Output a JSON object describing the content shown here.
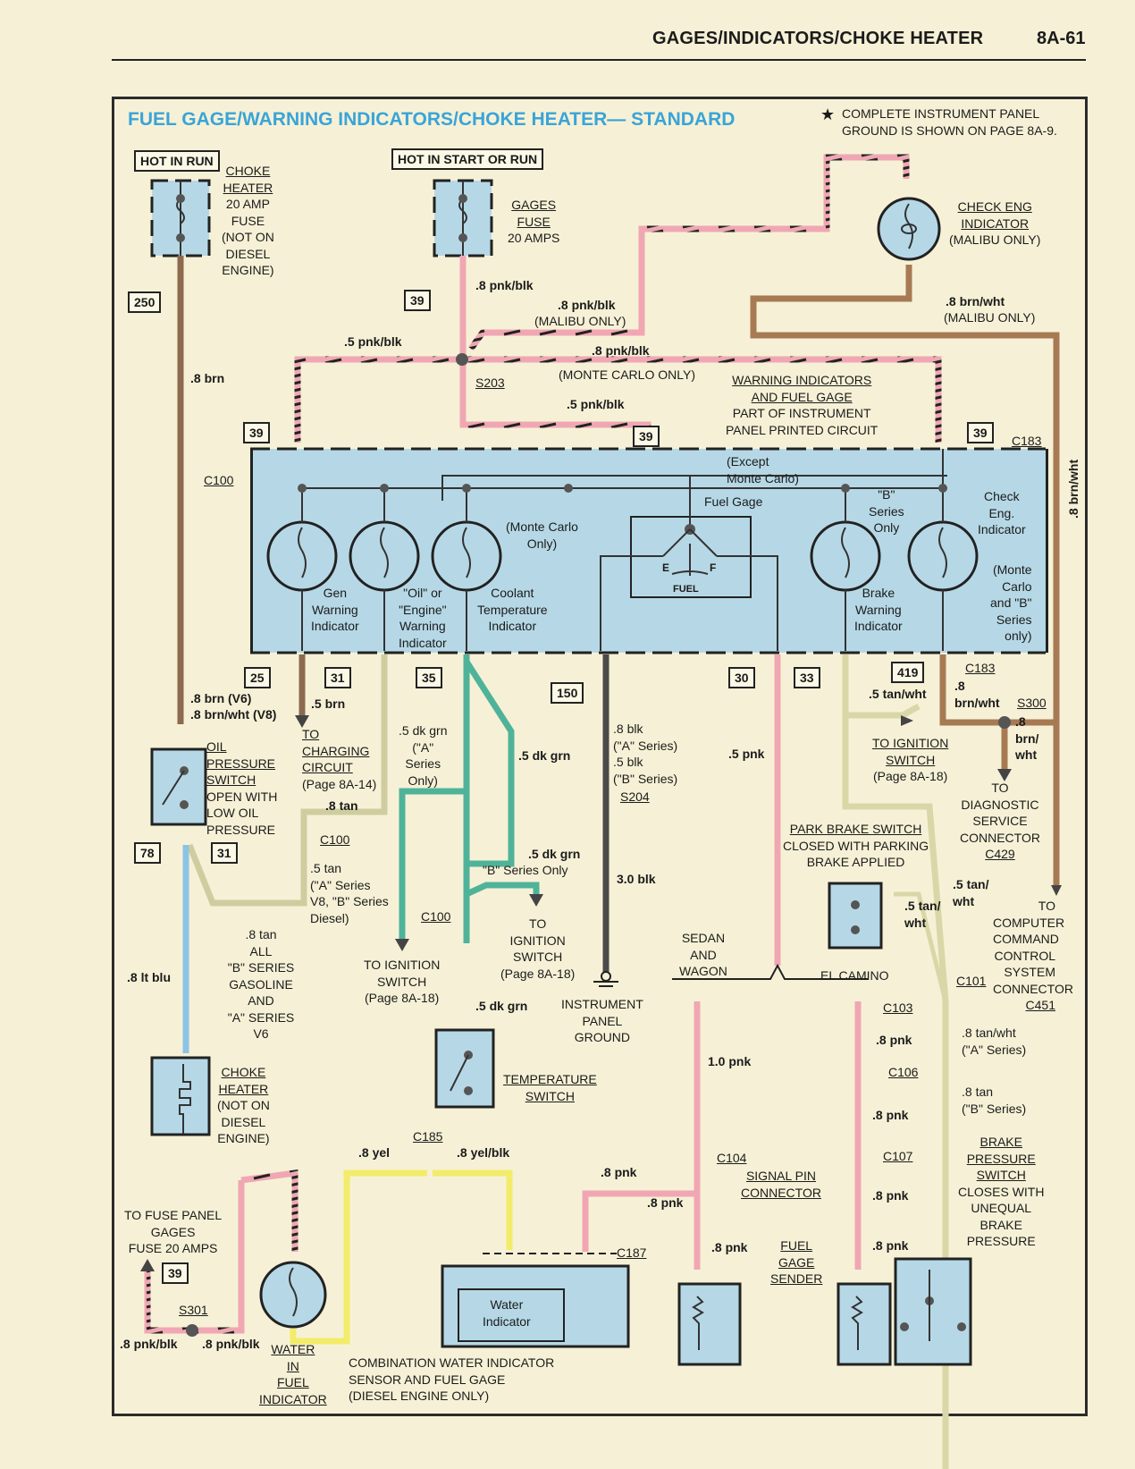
{
  "page": {
    "section_title": "GAGES/INDICATORS/CHOKE HEATER",
    "page_number": "8A-61"
  },
  "diagram": {
    "title": "FUEL GAGE/WARNING INDICATORS/CHOKE HEATER— STANDARD",
    "note_symbol": "★",
    "note": [
      "COMPLETE INSTRUMENT PANEL",
      "GROUND IS SHOWN ON PAGE 8A-9."
    ],
    "colors": {
      "title": "#3aa4d8",
      "component_fill": "#b6d8e6",
      "pink_wire": "#f0a7b3",
      "brown_wire": "#8c6a4f",
      "tan_wire": "#d9d7a8",
      "dk_green_wire": "#4fb39a",
      "black_wire": "#4a4a4a",
      "lt_blue_wire": "#8cc4e6",
      "yellow_wire": "#f2ec6a"
    },
    "power": {
      "hot_in_run": "HOT IN RUN",
      "hot_in_start_or_run": "HOT IN START OR RUN",
      "choke_fuse": [
        "CHOKE",
        "HEATER",
        "20 AMP",
        "FUSE",
        "(NOT ON",
        "DIESEL",
        "ENGINE)"
      ],
      "gages_fuse": [
        "GAGES",
        "FUSE",
        "20 AMPS"
      ]
    },
    "circuit_numbers": {
      "c250": "250",
      "c39a": "39",
      "c39b": "39",
      "c39c": "39",
      "c39d": "39",
      "c39e": "39",
      "c25": "25",
      "c31a": "31",
      "c31b": "31",
      "c35": "35",
      "c150": "150",
      "c30": "30",
      "c33": "33",
      "c419": "419",
      "c78": "78"
    },
    "wire_labels": {
      "brn_8": ".8 brn",
      "pnkblk_8_top": ".8 pnk/blk",
      "pnkblk_8_malibu": ".8 pnk/blk",
      "malibu_only": "(MALIBU ONLY)",
      "pnkblk_5_left": ".5 pnk/blk",
      "pnkblk_8_monte": ".8 pnk/blk",
      "monte_only": "(MONTE CARLO ONLY)",
      "pnkblk_5_lower": ".5 pnk/blk",
      "brnwht_malibu": ".8 brn/wht",
      "brnwht_malibu_note": "(MALIBU ONLY)",
      "brn_v6": ".8 brn (V6)",
      "brnwht_v8": ".8 brn/wht (V8)",
      "brn_5": ".5 brn",
      "tan_8": ".8 tan",
      "tan_5": ".5 tan",
      "tan_5_note": [
        "(\"A\" Series",
        "V8, \"B\" Series",
        "Diesel)"
      ],
      "tan_8_all": ".8 tan",
      "tan_8_all_note": [
        "ALL",
        "\"B\" SERIES",
        "GASOLINE",
        "AND",
        "\"A\" SERIES",
        "V6"
      ],
      "ltblu_8": ".8 lt blu",
      "dkgrn_5_a": ".5 dk grn",
      "dkgrn_5_a_note": [
        "(\"A\"",
        "Series",
        "Only)"
      ],
      "dkgrn_5_b": ".5 dk grn",
      "dkgrn_5_b2": ".5 dk grn",
      "dkgrn_5_b2_note": "\"B\" Series Only",
      "dkgrn_5_c": ".5 dk grn",
      "blk_8": ".8 blk",
      "blk_8_note": "(\"A\" Series)",
      "blk_5": ".5 blk",
      "blk_5_note": "(\"B\" Series)",
      "blk_30": "3.0 blk",
      "pnk_5": ".5 pnk",
      "tanwht_5_a": ".5 tan/wht",
      "tanwht_5_b": [
        ".5 tan/",
        "wht"
      ],
      "tanwht_5_c": [
        ".5 tan/",
        "wht"
      ],
      "brnwht_8_a": [
        ".8",
        "brn/wht"
      ],
      "brnwht_8_b": [
        ".8",
        "brn/",
        "wht"
      ],
      "brnwht_8_vert": ".8 brn/wht",
      "tanwht_8": ".8 tan/wht",
      "tanwht_8_note": "(\"A\" Series)",
      "tan_8_b": ".8 tan",
      "tan_8_b_note": "(\"B\" Series)",
      "pnk_10": "1.0 pnk",
      "pnk_8_a": ".8 pnk",
      "pnk_8_b": ".8 pnk",
      "pnk_8_c": ".8 pnk",
      "pnk_8_d": ".8 pnk",
      "pnk_8_e": ".8 pnk",
      "pnk_8_f": ".8 pnk",
      "pnk_8_g": ".8 pnk",
      "yel_8": ".8 yel",
      "yelblk_8": ".8 yel/blk",
      "pnkblk_8_s301a": ".8 pnk/blk",
      "pnkblk_8_s301b": ".8 pnk/blk"
    },
    "connectors": {
      "s203": "S203",
      "c183a": "C183",
      "c183b": "C183",
      "c100a": "C100",
      "c100b": "C100",
      "c100c": "C100",
      "s204": "S204",
      "s300": "S300",
      "c101": "C101",
      "c103": "C103",
      "c106": "C106",
      "c104": "C104",
      "c107": "C107",
      "c185": "C185",
      "c187": "C187",
      "s301": "S301"
    },
    "panel": {
      "heading": [
        "WARNING INDICATORS",
        "AND FUEL GAGE",
        "PART OF INSTRUMENT",
        "PANEL PRINTED CIRCUIT"
      ],
      "except_monte": [
        "(Except",
        "Monte Carlo)"
      ],
      "monte_only": [
        "(Monte Carlo",
        "Only)"
      ],
      "fuel_gage": "Fuel Gage",
      "fuel_e": "E",
      "fuel_f": "F",
      "fuel_word": "FUEL",
      "b_series_only": [
        "\"B\"",
        "Series",
        "Only"
      ],
      "gen": [
        "Gen",
        "Warning",
        "Indicator"
      ],
      "oil": [
        "\"Oil\" or",
        "\"Engine\"",
        "Warning",
        "Indicator"
      ],
      "coolant": [
        "Coolant",
        "Temperature",
        "Indicator"
      ],
      "brake": [
        "Brake",
        "Warning",
        "Indicator"
      ],
      "check_eng": [
        "Check",
        "Eng.",
        "Indicator"
      ],
      "check_eng_note": [
        "(Monte",
        "Carlo",
        "and \"B\"",
        "Series",
        "only)"
      ]
    },
    "components": {
      "check_eng_malibu": [
        "CHECK ENG",
        "INDICATOR",
        "(MALIBU ONLY)"
      ],
      "oil_switch": [
        "OIL",
        "PRESSURE",
        "SWITCH",
        "OPEN WITH",
        "LOW OIL",
        "PRESSURE"
      ],
      "to_charging": [
        "TO",
        "CHARGING",
        "CIRCUIT",
        "(Page 8A-14)"
      ],
      "to_ign_a": [
        "TO IGNITION",
        "SWITCH",
        "(Page 8A-18)"
      ],
      "to_ign_b": [
        "TO",
        "IGNITION",
        "SWITCH",
        "(Page 8A-18)"
      ],
      "to_ign_c": [
        "TO IGNITION",
        "SWITCH",
        "(Page 8A-18)"
      ],
      "ip_ground": [
        "INSTRUMENT",
        "PANEL",
        "GROUND"
      ],
      "to_diag": [
        "TO",
        "DIAGNOSTIC",
        "SERVICE",
        "CONNECTOR",
        "C429"
      ],
      "to_ccc": [
        "TO",
        "COMPUTER",
        "COMMAND",
        "CONTROL",
        "SYSTEM",
        "CONNECTOR",
        "C451"
      ],
      "park_brake": [
        "PARK  BRAKE  SWITCH",
        "CLOSED WITH PARKING",
        "BRAKE  APPLIED"
      ],
      "el_camino": "EL CAMINO",
      "sedan_wagon": [
        "SEDAN",
        "AND",
        "WAGON"
      ],
      "temp_switch": [
        "TEMPERATURE",
        "SWITCH"
      ],
      "choke_heater": [
        "CHOKE",
        "HEATER",
        "(NOT ON",
        "DIESEL",
        "ENGINE)"
      ],
      "to_fuse_panel": [
        "TO FUSE PANEL",
        "GAGES",
        "FUSE 20 AMPS"
      ],
      "water_in_fuel": [
        "WATER",
        "IN",
        "FUEL",
        "INDICATOR"
      ],
      "combo_sensor": [
        "COMBINATION WATER INDICATOR",
        "SENSOR AND  FUEL GAGE",
        "(DIESEL ENGINE ONLY)"
      ],
      "water_indicator": [
        "Water",
        "Indicator"
      ],
      "signal_pin": [
        "SIGNAL PIN",
        "CONNECTOR"
      ],
      "fuel_sender": [
        "FUEL",
        "GAGE",
        "SENDER"
      ],
      "brake_pressure": [
        "BRAKE",
        "PRESSURE",
        "SWITCH",
        "CLOSES WITH",
        "UNEQUAL",
        "BRAKE",
        "PRESSURE"
      ]
    }
  }
}
